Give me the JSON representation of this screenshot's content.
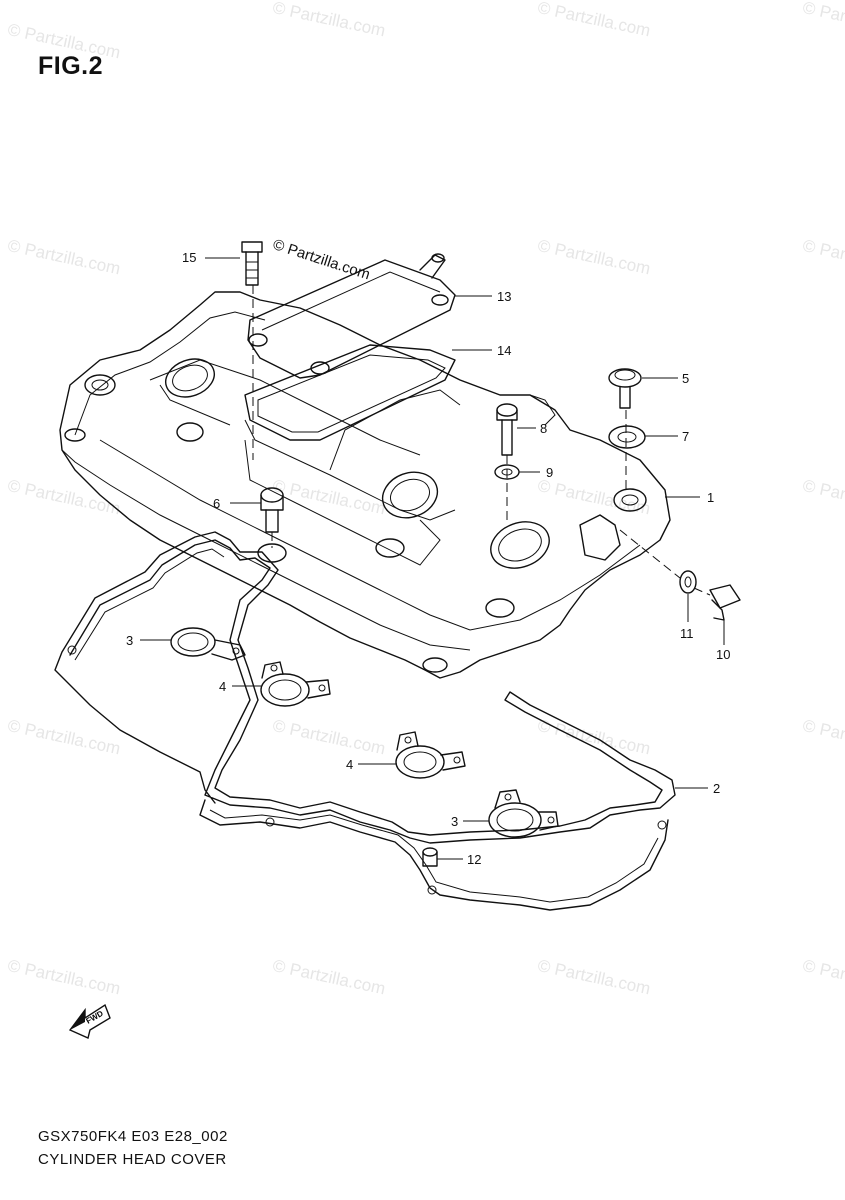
{
  "figure": {
    "title": "FIG.2"
  },
  "watermark": {
    "text": "© Partzilla.com"
  },
  "footer": {
    "code": "GSX750FK4 E03 E28_002",
    "caption": "CYLINDER HEAD COVER"
  },
  "fwd_arrow": {
    "label": "FWD"
  },
  "callouts": [
    "15",
    "13",
    "14",
    "5",
    "8",
    "7",
    "9",
    "1",
    "6",
    "11",
    "10",
    "3",
    "4",
    "4",
    "2",
    "3",
    "12"
  ]
}
